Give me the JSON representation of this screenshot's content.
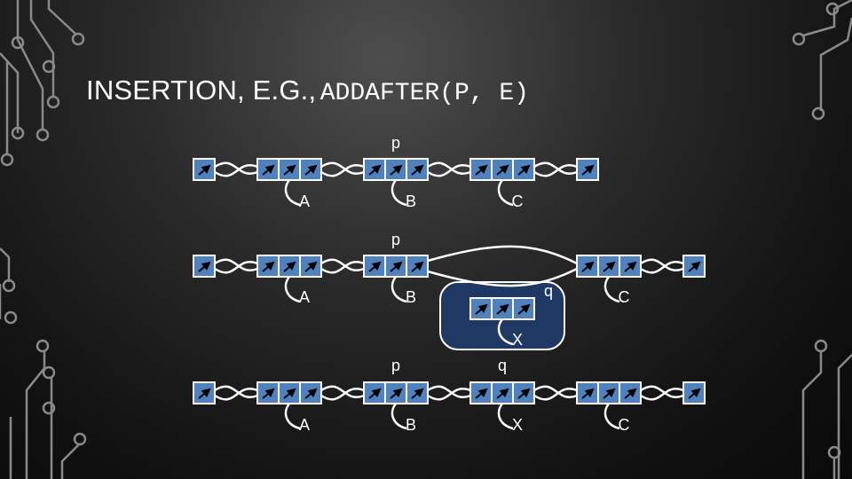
{
  "slide": {
    "title_main": "INSERTION, E.G.,",
    "title_code": "ADDAFTER(P, E)"
  },
  "diagram": {
    "row1": {
      "pointer": "p",
      "labels": [
        "A",
        "B",
        "C"
      ]
    },
    "row2": {
      "pointer": "p",
      "labels": [
        "A",
        "B",
        "C"
      ],
      "new_node_pointer": "q",
      "new_node_label": "X"
    },
    "row3": {
      "pointers": [
        "p",
        "q"
      ],
      "labels": [
        "A",
        "B",
        "X",
        "C"
      ]
    }
  },
  "colors": {
    "node_fill": "#4f81bd",
    "node_border": "#ffffff",
    "highlight_fill": "#1f3864",
    "background": "#1e1e1e",
    "circuit": "#8a8a8a"
  }
}
